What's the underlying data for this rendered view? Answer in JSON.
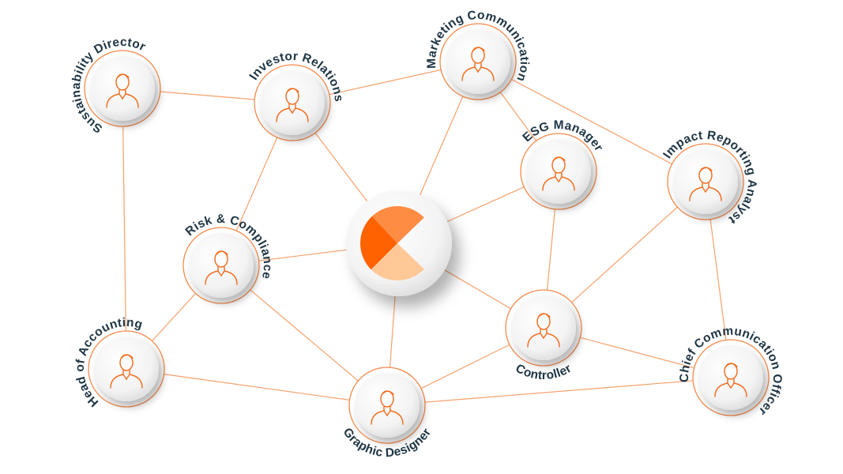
{
  "colors": {
    "edge": "#f7a06a",
    "ring": "#f58a4b",
    "icon": "#f26a1b",
    "label": "#1e3544",
    "logo_dark": "#ff6200",
    "logo_mid": "#ff8c42",
    "logo_light": "#ffc896"
  },
  "center": {
    "name": "logo",
    "icon": "pie-logo-icon"
  },
  "nodes": [
    {
      "id": "sd",
      "label": "Sustainability Director",
      "icon": "person-curly-hair-icon"
    },
    {
      "id": "ir",
      "label": "Investor Relations",
      "icon": "person-icon"
    },
    {
      "id": "mc",
      "label": "Marketing Communication",
      "icon": "person-hat-icon"
    },
    {
      "id": "esg",
      "label": "ESG Manager",
      "icon": "person-long-hair-icon"
    },
    {
      "id": "ira",
      "label": "Impact Reporting Analyst",
      "icon": "person-tie-icon"
    },
    {
      "id": "rc",
      "label": "Risk & Compliance",
      "icon": "person-icon"
    },
    {
      "id": "hoa",
      "label": "Head of Accounting",
      "icon": "person-suit-icon"
    },
    {
      "id": "gd",
      "label": "Graphic Designer",
      "icon": "person-glasses-icon"
    },
    {
      "id": "ctrl",
      "label": "Controller",
      "icon": "person-glasses-icon"
    },
    {
      "id": "cco",
      "label": "Chief Communication Officer",
      "icon": "person-short-hair-icon"
    }
  ],
  "edges": [
    [
      "sd",
      "ir"
    ],
    [
      "sd",
      "hoa"
    ],
    [
      "ir",
      "mc"
    ],
    [
      "ir",
      "rc"
    ],
    [
      "ir",
      "center"
    ],
    [
      "mc",
      "esg"
    ],
    [
      "mc",
      "ira"
    ],
    [
      "mc",
      "center"
    ],
    [
      "esg",
      "center"
    ],
    [
      "esg",
      "ctrl"
    ],
    [
      "ira",
      "ctrl"
    ],
    [
      "ira",
      "cco"
    ],
    [
      "rc",
      "center"
    ],
    [
      "rc",
      "hoa"
    ],
    [
      "rc",
      "gd"
    ],
    [
      "center",
      "gd"
    ],
    [
      "center",
      "ctrl"
    ],
    [
      "hoa",
      "gd"
    ],
    [
      "gd",
      "ctrl"
    ],
    [
      "gd",
      "cco"
    ],
    [
      "ctrl",
      "cco"
    ]
  ]
}
